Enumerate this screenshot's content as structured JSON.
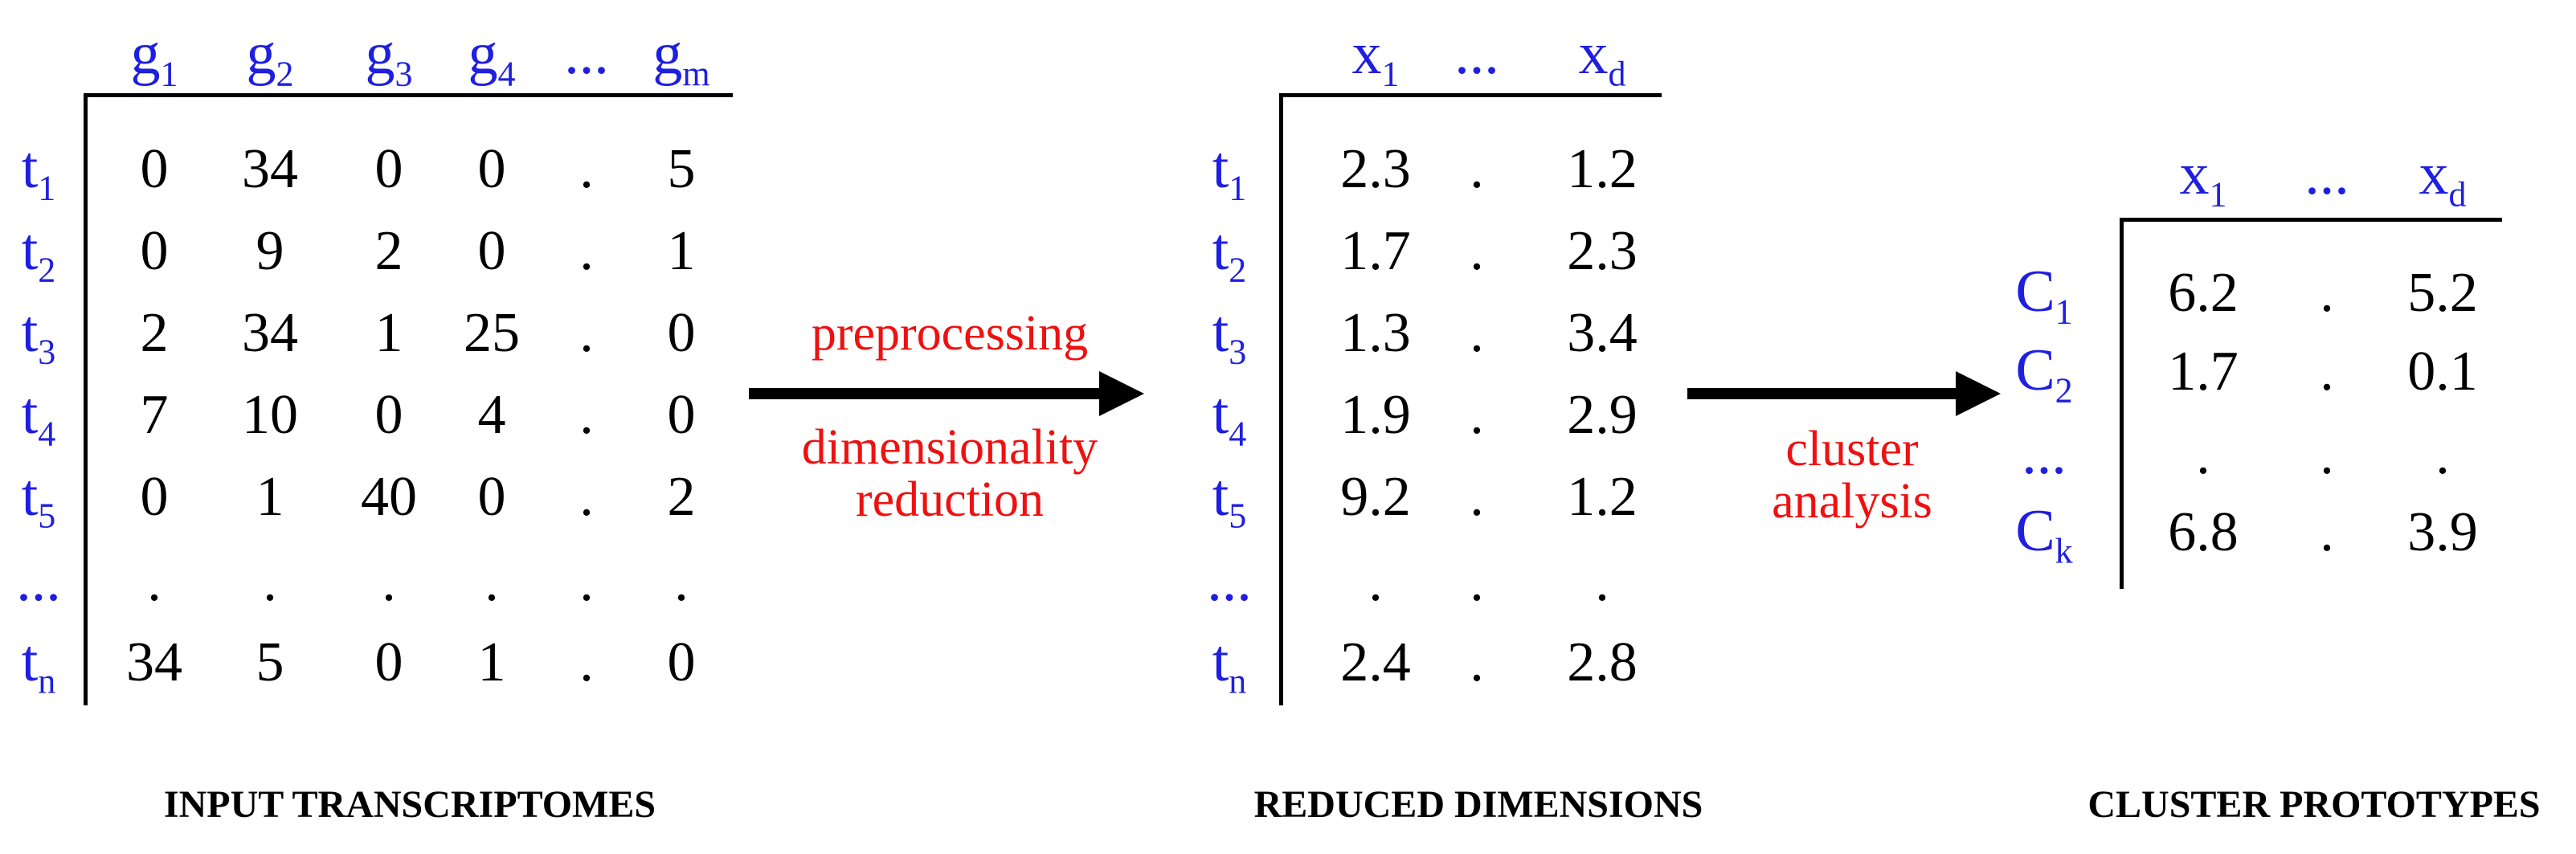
{
  "matrix_input": {
    "headers": [
      {
        "base": "g",
        "sub": "1"
      },
      {
        "base": "g",
        "sub": "2"
      },
      {
        "base": "g",
        "sub": "3"
      },
      {
        "base": "g",
        "sub": "4"
      },
      {
        "base": "...",
        "sub": ""
      },
      {
        "base": "g",
        "sub": "m"
      }
    ],
    "row_labels": [
      {
        "base": "t",
        "sub": "1"
      },
      {
        "base": "t",
        "sub": "2"
      },
      {
        "base": "t",
        "sub": "3"
      },
      {
        "base": "t",
        "sub": "4"
      },
      {
        "base": "t",
        "sub": "5"
      },
      {
        "base": "...",
        "sub": ""
      },
      {
        "base": "t",
        "sub": "n"
      }
    ],
    "rows": [
      [
        "0",
        "34",
        "0",
        "0",
        ".",
        "5"
      ],
      [
        "0",
        "9",
        "2",
        "0",
        ".",
        "1"
      ],
      [
        "2",
        "34",
        "1",
        "25",
        ".",
        "0"
      ],
      [
        "7",
        "10",
        "0",
        "4",
        ".",
        "0"
      ],
      [
        "0",
        "1",
        "40",
        "0",
        ".",
        "2"
      ],
      [
        ".",
        ".",
        ".",
        ".",
        ".",
        "."
      ],
      [
        "34",
        "5",
        "0",
        "1",
        ".",
        "0"
      ]
    ],
    "caption": "INPUT TRANSCRIPTOMES"
  },
  "arrow1": {
    "label_top": "preprocessing",
    "label_bottom_1": "dimensionality",
    "label_bottom_2": "reduction"
  },
  "matrix_reduced": {
    "headers": [
      {
        "base": "x",
        "sub": "1"
      },
      {
        "base": "...",
        "sub": ""
      },
      {
        "base": "x",
        "sub": "d"
      }
    ],
    "row_labels": [
      {
        "base": "t",
        "sub": "1"
      },
      {
        "base": "t",
        "sub": "2"
      },
      {
        "base": "t",
        "sub": "3"
      },
      {
        "base": "t",
        "sub": "4"
      },
      {
        "base": "t",
        "sub": "5"
      },
      {
        "base": "...",
        "sub": ""
      },
      {
        "base": "t",
        "sub": "n"
      }
    ],
    "rows": [
      [
        "2.3",
        ".",
        "1.2"
      ],
      [
        "1.7",
        ".",
        "2.3"
      ],
      [
        "1.3",
        ".",
        "3.4"
      ],
      [
        "1.9",
        ".",
        "2.9"
      ],
      [
        "9.2",
        ".",
        "1.2"
      ],
      [
        ".",
        ".",
        "."
      ],
      [
        "2.4",
        ".",
        "2.8"
      ]
    ],
    "caption": "REDUCED DIMENSIONS"
  },
  "arrow2": {
    "label_1": "cluster",
    "label_2": "analysis"
  },
  "matrix_clusters": {
    "headers": [
      {
        "base": "x",
        "sub": "1"
      },
      {
        "base": "...",
        "sub": ""
      },
      {
        "base": "x",
        "sub": "d"
      }
    ],
    "row_labels": [
      {
        "base": "C",
        "sub": "1"
      },
      {
        "base": "C",
        "sub": "2"
      },
      {
        "base": "...",
        "sub": ""
      },
      {
        "base": "C",
        "sub": "k"
      }
    ],
    "rows": [
      [
        "6.2",
        ".",
        "5.2"
      ],
      [
        "1.7",
        ".",
        "0.1"
      ],
      [
        ".",
        ".",
        "."
      ],
      [
        "6.8",
        ".",
        "3.9"
      ]
    ],
    "caption": "CLUSTER PROTOTYPES"
  }
}
